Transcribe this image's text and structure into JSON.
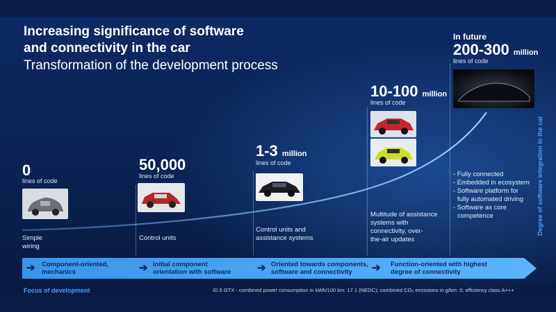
{
  "header": {
    "title_line1": "Increasing significance of software",
    "title_line2": "and connectivity in the car",
    "subtitle": "Transformation of the development process"
  },
  "stages": [
    {
      "value": "0",
      "unit": "",
      "caption": "lines of code",
      "description": [
        "Simple",
        "wiring"
      ],
      "focus": [
        "Component-oriented,",
        "mechanics"
      ]
    },
    {
      "value": "50,000",
      "unit": "",
      "caption": "lines of code",
      "description": [
        "Control units"
      ],
      "focus": [
        "Initial component",
        "orientation with software"
      ]
    },
    {
      "value": "1-3",
      "unit": "million",
      "caption": "lines of code",
      "description": [
        "Control units and",
        "assistance systems"
      ],
      "focus": [
        "Oriented towards components,",
        "software and connectivity"
      ]
    },
    {
      "value": "10-100",
      "unit": "million",
      "caption": "lines of code",
      "description": [
        "Multitude of assistance",
        "systems with",
        "connectivity, over-",
        "the-air updates"
      ],
      "focus": [
        "Function-oriented with highest",
        "degree of connectivity"
      ]
    },
    {
      "prefix": "In future",
      "value": "200-300",
      "unit": "million",
      "caption": "lines of code"
    }
  ],
  "future_bullets": [
    "- Fully connected",
    "- Embedded in ecosystem",
    "- Software platform for",
    "  fully automated driving",
    "- Software as core",
    "  competence"
  ],
  "axis_label": "Degree of software integration in the car",
  "footer": {
    "focus_label": "Focus of development",
    "disclaimer": "ID.5 GTX - combined power consumption in kWh/100 km: 17.1 (NEDC); combined CO₂ emissions in g/km: 0; efficiency class A+++"
  },
  "colors": {
    "background": "#0c2457",
    "accent": "#4aa3ff",
    "arrow_band": "#3f9ef0",
    "focus_text": "#0c2a66"
  },
  "icons": [
    "arrow-right-icon"
  ]
}
